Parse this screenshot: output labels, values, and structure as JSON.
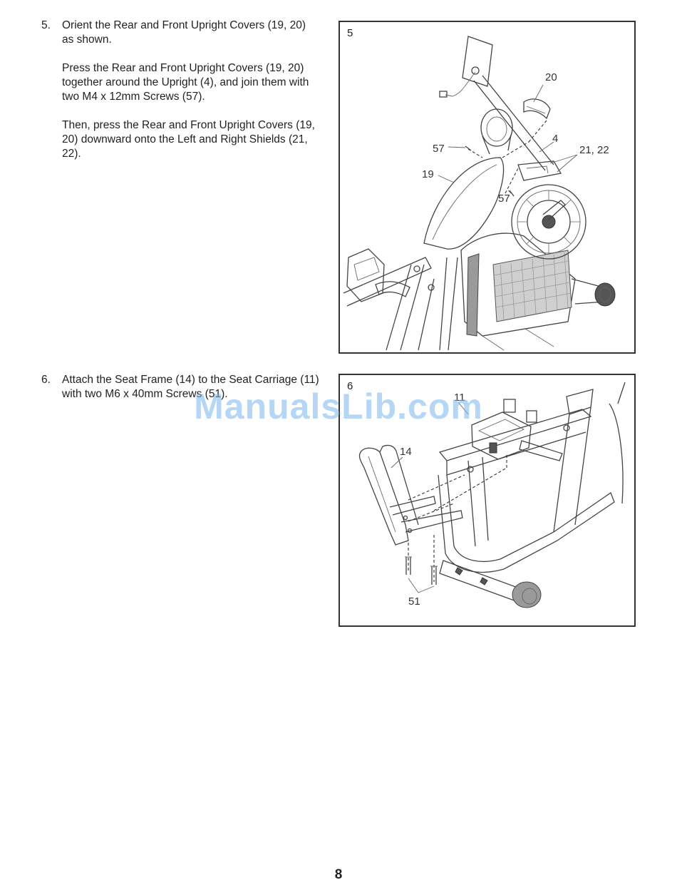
{
  "steps": [
    {
      "number": "5.",
      "paragraphs": [
        "Orient the Rear and Front Upright Covers (19, 20) as shown.",
        "Press the Rear and Front Upright Covers (19, 20) together around the Upright (4), and join them with two M4 x 12mm Screws (57).",
        "Then, press the Rear and Front Upright Covers (19, 20) downward onto the Left and Right Shields (21, 22)."
      ]
    },
    {
      "number": "6.",
      "paragraphs": [
        "Attach the Seat Frame (14) to the Seat Carriage (11) with two M6 x 40mm Screws (51)."
      ]
    }
  ],
  "figures": [
    {
      "number": "5",
      "callouts": [
        "20",
        "4",
        "57",
        "21, 22",
        "19",
        "57"
      ]
    },
    {
      "number": "6",
      "callouts": [
        "11",
        "14",
        "51"
      ]
    }
  ],
  "watermark": "ManualsLib.com",
  "page_number": "8"
}
